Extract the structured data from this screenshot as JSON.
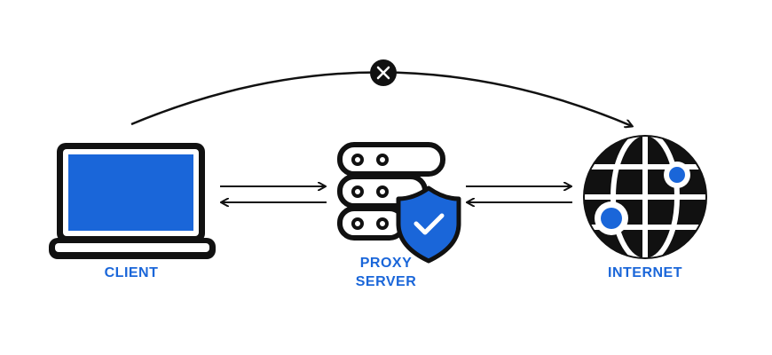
{
  "labels": {
    "client": "CLIENT",
    "proxy_line1": "PROXY",
    "proxy_line2": "SERVER",
    "internet": "INTERNET"
  },
  "colors": {
    "accent": "#1a66d9",
    "ink": "#111111"
  },
  "icons": [
    "laptop-icon",
    "server-icon",
    "shield-check-icon",
    "globe-icon",
    "blocked-x-icon"
  ]
}
